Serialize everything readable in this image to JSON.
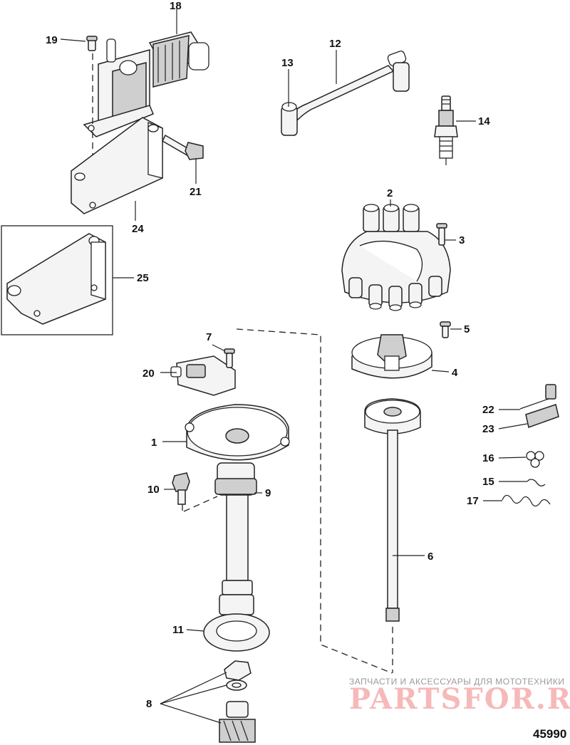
{
  "figure_number": "45990",
  "watermark": {
    "tagline": "ЗАПЧАСТИ И АКСЕССУАРЫ ДЛЯ МОТОТЕХНИКИ",
    "brand": "PARTSFOR.RU"
  },
  "callouts": [
    {
      "id": "1",
      "label": "1"
    },
    {
      "id": "2",
      "label": "2"
    },
    {
      "id": "3",
      "label": "3"
    },
    {
      "id": "4",
      "label": "4"
    },
    {
      "id": "5",
      "label": "5"
    },
    {
      "id": "6",
      "label": "6"
    },
    {
      "id": "7",
      "label": "7"
    },
    {
      "id": "8",
      "label": "8"
    },
    {
      "id": "9",
      "label": "9"
    },
    {
      "id": "10",
      "label": "10"
    },
    {
      "id": "11",
      "label": "11"
    },
    {
      "id": "12",
      "label": "12"
    },
    {
      "id": "13",
      "label": "13"
    },
    {
      "id": "14",
      "label": "14"
    },
    {
      "id": "15",
      "label": "15"
    },
    {
      "id": "16",
      "label": "16"
    },
    {
      "id": "17",
      "label": "17"
    },
    {
      "id": "18",
      "label": "18"
    },
    {
      "id": "19",
      "label": "19"
    },
    {
      "id": "20",
      "label": "20"
    },
    {
      "id": "21",
      "label": "21"
    },
    {
      "id": "22",
      "label": "22"
    },
    {
      "id": "23",
      "label": "23"
    },
    {
      "id": "24",
      "label": "24"
    },
    {
      "id": "25",
      "label": "25"
    }
  ]
}
